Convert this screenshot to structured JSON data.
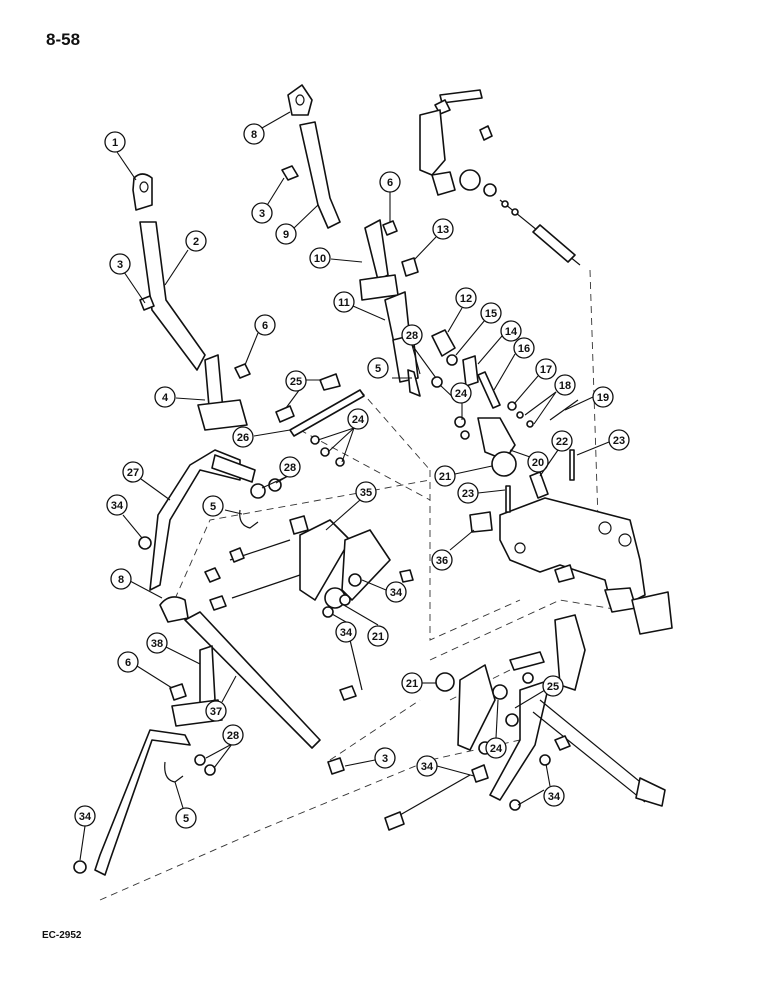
{
  "page": {
    "number": "8-58",
    "figure_code": "EC-2952"
  },
  "callouts": [
    "1",
    "2",
    "3",
    "4",
    "5",
    "6",
    "8",
    "9",
    "10",
    "11",
    "12",
    "13",
    "14",
    "15",
    "16",
    "17",
    "18",
    "19",
    "20",
    "21",
    "22",
    "23",
    "24",
    "25",
    "26",
    "27",
    "28",
    "34",
    "35",
    "36",
    "37",
    "38"
  ]
}
